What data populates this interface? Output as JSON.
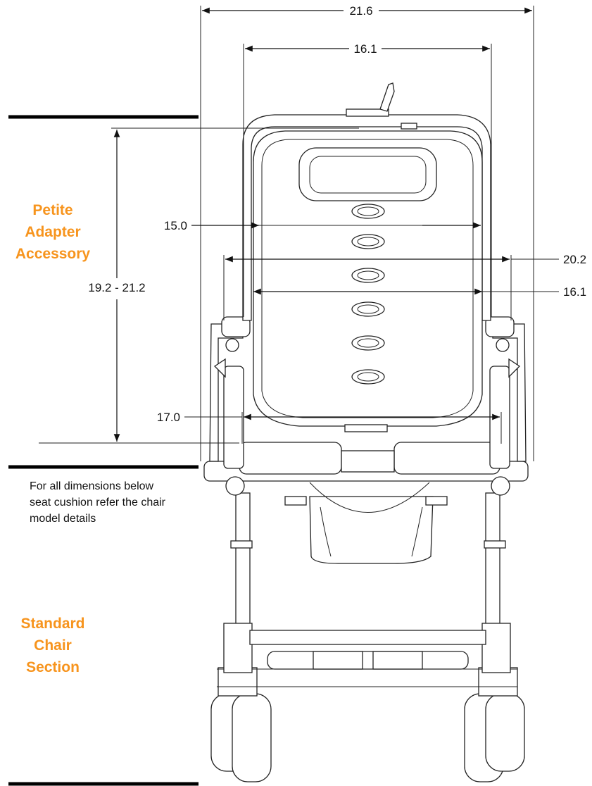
{
  "colors": {
    "accent": "#f7941d",
    "ink": "#111111"
  },
  "dimensions": {
    "overall_width": "21.6",
    "back_frame_width": "16.1",
    "back_width": "15.0",
    "arm_outer_width": "20.2",
    "arm_inner_width": "16.1",
    "back_height": "19.2 - 21.2",
    "seat_width": "17.0"
  },
  "sections": {
    "adapter": [
      "Petite",
      "Adapter",
      "Accessory"
    ],
    "standard": [
      "Standard",
      "Chair",
      "Section"
    ]
  },
  "note": [
    "For all dimensions below",
    "seat cushion refer the chair",
    "model details"
  ]
}
